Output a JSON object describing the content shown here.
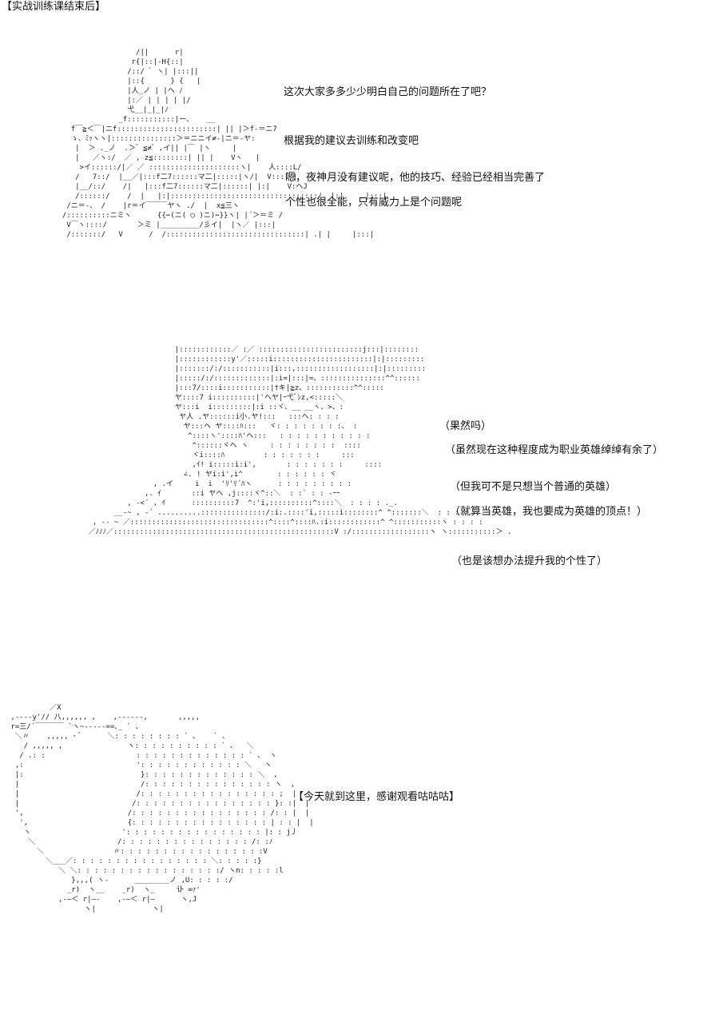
{
  "header": {
    "title": "【实战训练课结束后】"
  },
  "panel1": {
    "art": [
      "                        /||      r|",
      "                       r{|::|-H{::|",
      "                      /::/ ﾞ ヽ| |:::||",
      "                      |::{      } {   |",
      "                      |人_ノ | |ヘ ﾉ",
      "                      |:／ | | | | |/",
      "                      弋__|_|_|ﾉ",
      "                    _f:::::::::::|ー、   __",
      "         f￣≧＜￣|ニf:::::::::::::::::::::::| || |＞f-＝ニ7",
      "         ゝ、ﾐｯヽヽ|:::::::::::::::＞＝ニニイ≠-|ニ＝-ヤ:",
      "          |  ＞ ._ノ  .＞゛≦≠゛,イ|| |￣ |ヽ     |",
      "          |   ／ヽ:/  ／ , z≦::::::::| || |    Vヽ   |",
      "           >イ::::::/|／ ／ :::::::::::::::::::::ヽ|    人::::L/",
      "          /   7::/  |__／|:::f二7::::::マ二|:::::|ヽ/|  V:::| |",
      "          |__/::/    /|   |:::f二7::::::マ二|::::::| |:|    V:ヘJ",
      "          /::::::/    /  |   |:|::::::::::::::::::::::::::::::::::/  |:|     |:::|",
      "        /ニ＝-、 /    |r＝イ￣￣￣ヤヽ ./  |  x≦三ヽ",
      "       /::::::::::ニミヽ      {{⋯(ニ( ◯ )ニ)⋯}}ヽ| |´＞＝ミ /",
      "        V￣ヽ::::/       ＞ミ |_________/彡イ|  |ヽ／ |:::|",
      "        /:::::::/   V      /  /::::::::::::::::::::::::::::::::| .| |     |:::|"
    ],
    "lines": [
      "这次大家多多少少明白自己的问题所在了吧？",
      "根据我的建议去训练和改变吧",
      "嗯，夜神月没有建议呢，他的技巧、经验已经相当完善了",
      "个性也很全能，只有威力上是个问题呢"
    ]
  },
  "panel2": {
    "art": [
      "                          |::::::::::::／ :／ ::::::::::::::::::::::::j:::|::::::::",
      "                          |::::::::::::y'／:::::i:::::::::::::::::::::::|:|:::::::::",
      "                          |:::::::/:/:::::::::::|i:::,::::::::::::::::::|:|:::::::::",
      "                          |:::::/:/:::::::::::::|:i=|:::|=、:::::::::::::::^^::::::",
      "                          |:::7/::::i:::::::::::|†キ|≧z、:::::::::::^^:::::",
      "                          ヤ::::7 i::::::::::|'ヘヤ|ｰ弋ﾞｼz,<:::::＼",
      "                          ヤ:::i  i:::::::::|:i ::ヾ、__ __ヽ、>、:",
      "                           ヤ人 .ヤ::::::i小.ヤ!:::   :::ヘ: : : :",
      "                            ヤ:::ヘ ヤ::::ﾊ:::   ヾ: : : : : : : :、 :",
      "                             ^::::ヽ'::::ﾊ'ヘ:::   : : : : : : : : : : :",
      "                              ^::::::ヾヘ ヽ     : : : : : : : :  ::::",
      "                              ヾi::::ﾊ         : : : : : : :     :::",
      "                              ,ｲ! i:::::i:i',       : : : : : : :     ::::",
      "                            ∠. ! ヤi:i',i^        : : : : : : ヾ",
      "                     , .イ     i  i  'ﾘ'ﾘ´ﾊヽ      : : : : : : : : :",
      "                   ,. ｲ       ::i ヤヘ ,j::::ヾ^::＼  : :` : : -ｰｰ",
      "               , -<´ , ｲ      ::::::::::7  ^:'i,::::::::::^::::＼  : : : : ._.",
      "            __-~ , -´ ..........:::::::::::::::/:i:.::::'i,:::::i::::::::^ ^:::::::＼  : : : :",
      "       , -- ~ ／::::::::::::::::::::::::::::::::^::::^::::ﾊ.:i::::::::::::^ ^:::::::::::ヽ : : : :",
      "      ／ﾉﾉﾉ／:::::::::::::::::::::::::::::::::::::::::::::::::::V :/::::::::::::::::::ヽ ヽ:::::::::::＞ ."
    ],
    "lines": [
      "（果然吗）",
      "（虽然现在这种程度成为职业英雄绰绰有余了）",
      "（但我可不是只想当个普通的英雄）",
      "（就算当英雄，我也要成为英雄的顶点！）",
      "（也是该想办法提升我的个性了）"
    ]
  },
  "panel3": {
    "art": [
      "          ／X",
      " ,--‐-y'// 八,,,,,, ,    ,-‐‐‐‐‐,       ,,,,,",
      " r=三/´￣￣￣￣ `ヽ~-----==､_ ` ､",
      "  ＼〃    ,,,,, ･ ﾞ      ＼: : : : : : : : ` ､    ` ､",
      "    / ,,,,, ,               ヽ: : : : : : : : : : ` ､   ＼",
      "   / .: :                     : : : : : : : : : : : : : ` ､  ヽ",
      "  ,:                          ': : : : : : : : : : : : ＼   ヽ",
      "  |:                           }: : : : : : : : : : : : : ＼  ,",
      "  |                            /: : : : : : : : : : : : : : : ヽ  ,",
      "  |                           /: : : : : : : : : : : : : : : : ;  |",
      "  |                          /: : : : : : : : : : : : : : : : }: :|  |",
      "  ',                        /: : : : : : : : : : : : : : : : /: : |  |",
      "   ',                       {: : : : : : : : : : : : : : : : | : : |  |",
      "    ヽ                     ': : : : : : : : : : : : : : : : |: : j丿",
      "     ＼                   /: : : : : : : : : : : : : : : /: :ﾉ",
      "       ＼                〃: : : : : : : : : : : : : : : : :V",
      "         ＼___／: : : : : : : : : : : : : : : : ＼: : : : :}",
      "            ＼ ＼: : : : : : : : : : : : : : : : :/ ヽn: : : : :l",
      "               },,,( ヽ-      ________ノ ,U: : : : :/",
      "              _r)  ヽ__    _r)  ヽ_     讣 ∞ｧ'",
      "            ,-―＜ r|―-    ,-―＜ r|―      ヽ,J",
      "                  ヽ|             ヽ|"
    ],
    "lines": [
      "【今天就到这里，感谢观看咕咕咕】"
    ]
  }
}
